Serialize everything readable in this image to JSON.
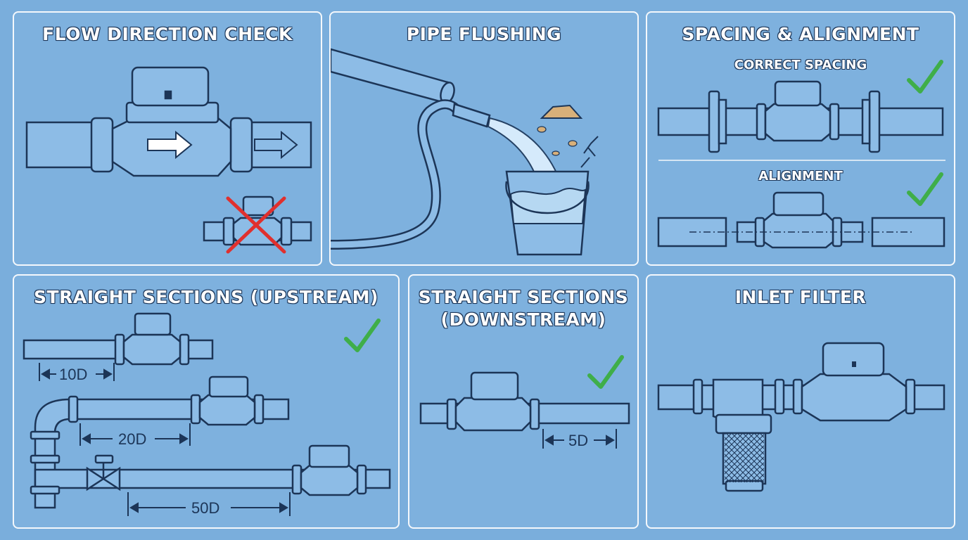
{
  "panels": {
    "flow": {
      "title": "FLOW DIRECTION CHECK"
    },
    "flushing": {
      "title": "PIPE FLUSHING"
    },
    "spacing": {
      "title": "SPACING & ALIGNMENT",
      "correct_label": "CORRECT SPACING",
      "alignment_label": "ALIGNMENT"
    },
    "upstream": {
      "title": "STRAIGHT SECTIONS (UPSTREAM)",
      "dim1": "10D",
      "dim2": "20D",
      "dim3": "50D"
    },
    "downstream": {
      "title_line1": "STRAIGHT SECTIONS",
      "title_line2": "(DOWNSTREAM)",
      "dim": "5D"
    },
    "filter": {
      "title": "INLET FILTER"
    }
  },
  "icons": [
    "check-icon",
    "cross-icon",
    "arrow-icon",
    "valve-icon",
    "bucket-icon",
    "hose-icon",
    "strainer-icon"
  ],
  "colors": {
    "background": "#7aaedc",
    "line": "#1c3557",
    "pipe": "#8dbce6",
    "check": "#3fae49",
    "cross": "#e0302e",
    "panel_border": "#f4f8fc"
  }
}
